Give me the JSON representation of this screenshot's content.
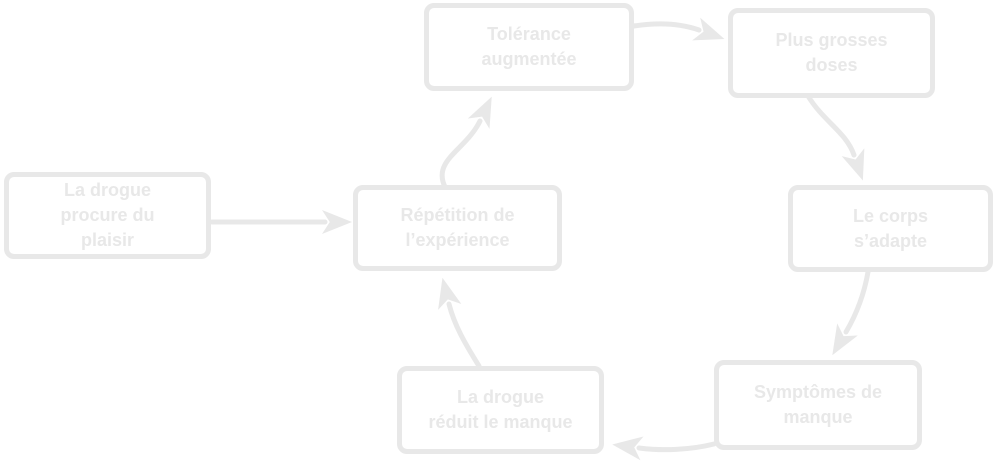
{
  "diagram": {
    "colors": {
      "stroke": "#e8e8e8",
      "background": "#ffffff"
    },
    "nodes": [
      {
        "id": "plaisir",
        "label": "La drogue\nprocure du\nplaisir"
      },
      {
        "id": "repetition",
        "label": "Répétition de\nl’expérience"
      },
      {
        "id": "tolerance",
        "label": "Tolérance\naugmentée"
      },
      {
        "id": "doses",
        "label": "Plus grosses\ndoses"
      },
      {
        "id": "adapte",
        "label": "Le corps\ns’adapte"
      },
      {
        "id": "manque",
        "label": "Symptômes de\nmanque"
      },
      {
        "id": "reduit",
        "label": "La drogue\nréduit le manque"
      }
    ],
    "edges": [
      {
        "from": "plaisir",
        "to": "repetition"
      },
      {
        "from": "repetition",
        "to": "tolerance"
      },
      {
        "from": "tolerance",
        "to": "doses"
      },
      {
        "from": "doses",
        "to": "adapte"
      },
      {
        "from": "adapte",
        "to": "manque"
      },
      {
        "from": "manque",
        "to": "reduit"
      },
      {
        "from": "reduit",
        "to": "repetition"
      }
    ]
  }
}
